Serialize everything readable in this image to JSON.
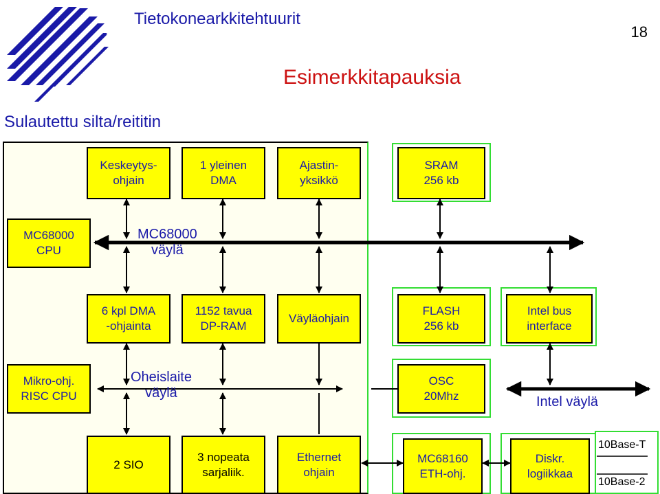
{
  "header": {
    "course_title": "Tietokonearkkitehtuurit",
    "page_number": "18",
    "slide_title": "Esimerkkitapauksia",
    "diagram_title": "Sulautettu silta/reititin"
  },
  "boxes": {
    "interrupt": [
      "Keskeytys-",
      "ohjain"
    ],
    "dma_general": [
      "1 yleinen",
      "DMA"
    ],
    "timer": [
      "Ajastin-",
      "yksikkö"
    ],
    "sram": [
      "SRAM",
      "256 kb"
    ],
    "cpu": [
      "MC68000",
      "CPU"
    ],
    "dma6": [
      "6 kpl DMA",
      "-ohjainta"
    ],
    "dpram": [
      "1152 tavua",
      "DP-RAM"
    ],
    "bus_controller": [
      "Väyläohjain"
    ],
    "flash": [
      "FLASH",
      "256 kb"
    ],
    "intel_interface": [
      "Intel bus",
      "interface"
    ],
    "risc_cpu": [
      "Mikro-ohj.",
      "RISC CPU"
    ],
    "osc": [
      "OSC",
      "20Mhz"
    ],
    "sio": [
      "2 SIO"
    ],
    "fast_serial": [
      "3 nopeata",
      "sarjaliik."
    ],
    "ethernet": [
      "Ethernet",
      "ohjain"
    ],
    "mc68160": [
      "MC68160",
      "ETH-ohj."
    ],
    "discrete": [
      "Diskr.",
      "logiikkaa"
    ]
  },
  "buses": {
    "mc68000": [
      "MC68000",
      "väylä"
    ],
    "peripheral": [
      "Oheislaite",
      "väylä"
    ],
    "intel": "Intel väylä"
  },
  "ports": {
    "base_t": "10Base-T",
    "base_2": "10Base-2"
  },
  "colors": {
    "box_fill": "#ffff00",
    "chip_background": "#fffff0",
    "frame_green": "#33dd33",
    "text_blue": "#1a1aa8",
    "title_red": "#cc1111"
  },
  "icons": {
    "logo": "striped-diagonal-logo"
  }
}
